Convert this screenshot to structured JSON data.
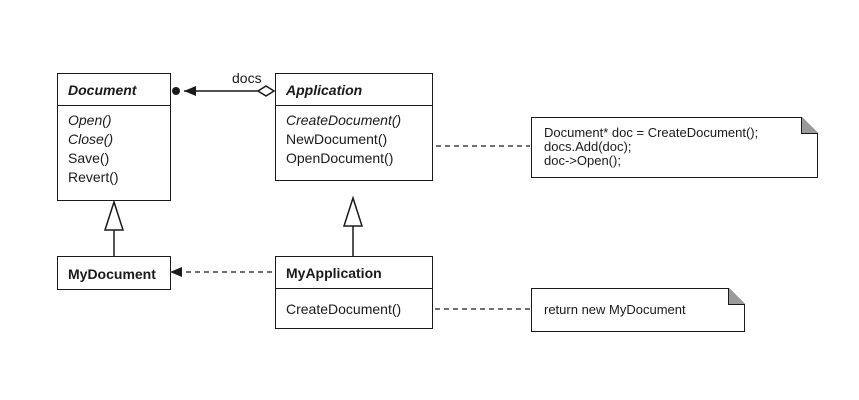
{
  "classes": {
    "document": {
      "name": "Document",
      "operations": [
        "Open()",
        "Close()",
        "Save()",
        "Revert()"
      ]
    },
    "application": {
      "name": "Application",
      "operations": [
        "CreateDocument()",
        "NewDocument()",
        "OpenDocument()"
      ]
    },
    "my_document": {
      "name": "MyDocument"
    },
    "my_application": {
      "name": "MyApplication",
      "operations": [
        "CreateDocument()"
      ]
    }
  },
  "association": {
    "label": "docs"
  },
  "notes": {
    "new_document": {
      "lines": [
        "Document* doc = CreateDocument();",
        "docs.Add(doc);",
        "doc->Open();"
      ]
    },
    "create_document": {
      "lines": [
        "return new MyDocument"
      ]
    }
  }
}
